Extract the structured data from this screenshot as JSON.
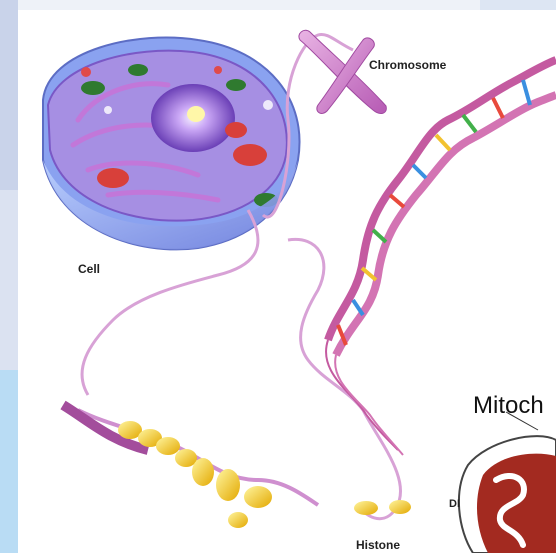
{
  "labels": {
    "cell": "Cell",
    "chromosome": "Chromosome",
    "histone": "Histone",
    "dna": "DI",
    "mitochondria": "Mitoch"
  },
  "colors": {
    "strand": "#d8a2d6",
    "dna_backbone": "#c45aa0",
    "cell_membrane": "#8c5bc4",
    "nucleus": "#b48be8",
    "histone": "#f3c614",
    "mitochondria": "#a32a20"
  }
}
